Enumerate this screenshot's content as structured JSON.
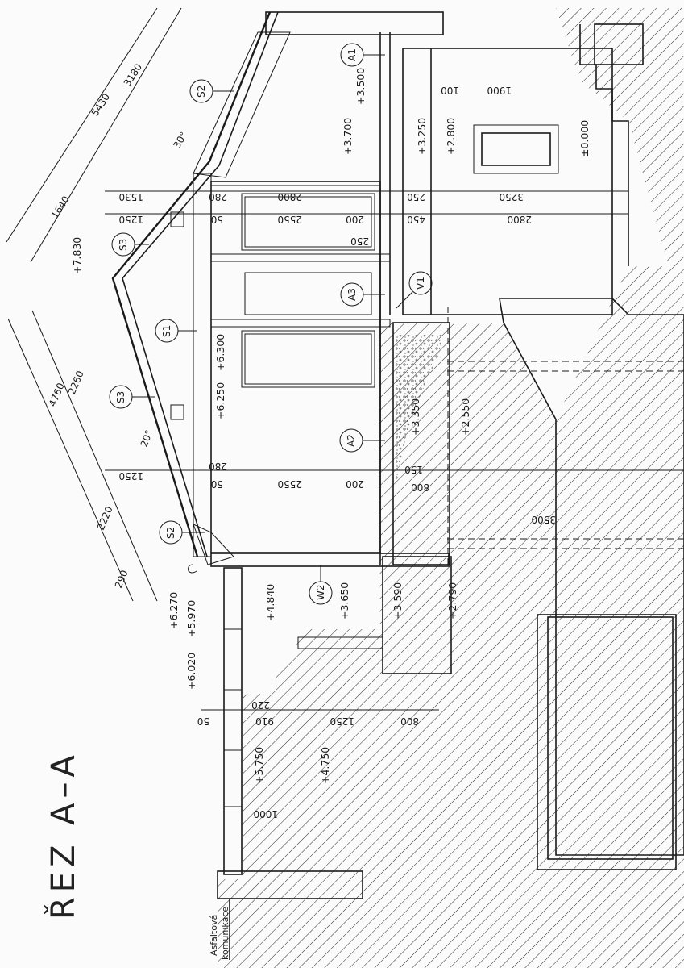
{
  "drawing": {
    "title": "ŘEZ A–A",
    "road_note_line1": "Asfaltová",
    "road_note_line2": "komunikace",
    "orientation": "rotated 90° counter-clockwise (portrait sheet)"
  },
  "slopes": {
    "upper_roof": "30°",
    "lower_roof": "20°"
  },
  "component_tags": [
    {
      "id": "S2",
      "label": "S2",
      "where": "upper roof slope"
    },
    {
      "id": "S3",
      "label": "S3",
      "where": "near ridge"
    },
    {
      "id": "S1",
      "label": "S1",
      "where": "flat ceiling insulation"
    },
    {
      "id": "S3b",
      "label": "S3",
      "where": "lower roof slope"
    },
    {
      "id": "S2b",
      "label": "S2",
      "where": "lower roof eave"
    },
    {
      "id": "A1",
      "label": "A1",
      "where": "upper floor wall"
    },
    {
      "id": "A2",
      "label": "A2",
      "where": "lower floor wall"
    },
    {
      "id": "A3",
      "label": "A3",
      "where": "partition"
    },
    {
      "id": "V1",
      "label": "V1",
      "where": "floor slab"
    },
    {
      "id": "W2",
      "label": "W2",
      "where": "retaining wall"
    }
  ],
  "level_marks": [
    {
      "label": "+7.830"
    },
    {
      "label": "+6.300"
    },
    {
      "label": "+6.250"
    },
    {
      "label": "+6.270"
    },
    {
      "label": "+5.970"
    },
    {
      "label": "+6.020"
    },
    {
      "label": "+5.750"
    },
    {
      "label": "+4.840"
    },
    {
      "label": "+4.750"
    },
    {
      "label": "+3.700"
    },
    {
      "label": "+3.650"
    },
    {
      "label": "+3.590"
    },
    {
      "label": "+3.500"
    },
    {
      "label": "+3.350"
    },
    {
      "label": "+3.250"
    },
    {
      "label": "+2.800"
    },
    {
      "label": "+2.790"
    },
    {
      "label": "+2.550"
    },
    {
      "label": "±0.000"
    }
  ],
  "dimensions": {
    "roof_upper_total": "5430",
    "roof_upper_a": "3180",
    "roof_upper_b": "1640",
    "roof_lower_total": "4760",
    "roof_lower_a": "2260",
    "roof_lower_b": "2220",
    "roof_lower_c": "290",
    "upper_ceiling_1530": "1530",
    "upper_ceiling_1250": "1250",
    "upper_280": "280",
    "upper_50": "50",
    "upper_2800": "2800",
    "upper_2550": "2550",
    "upper_200": "200",
    "upper_250": "250",
    "mid_250": "250",
    "mid_450": "450",
    "ground_3250": "3250",
    "ground_2800": "2800",
    "ground_100": "100",
    "ground_1900": "1900",
    "lower_1250": "1250",
    "lower_280": "280",
    "lower_50": "50",
    "lower_2550": "2550",
    "lower_200": "200",
    "lower_150": "150",
    "lower_800": "800",
    "basement_3500": "3500",
    "wall_50": "50",
    "wall_910": "910",
    "wall_220": "220",
    "wall_1250": "1250",
    "wall_800": "800",
    "wall_1000": "1000"
  },
  "colors": {
    "ink": "#1a1a1a",
    "paper": "#fbfbfb",
    "hatch": "#333333"
  }
}
